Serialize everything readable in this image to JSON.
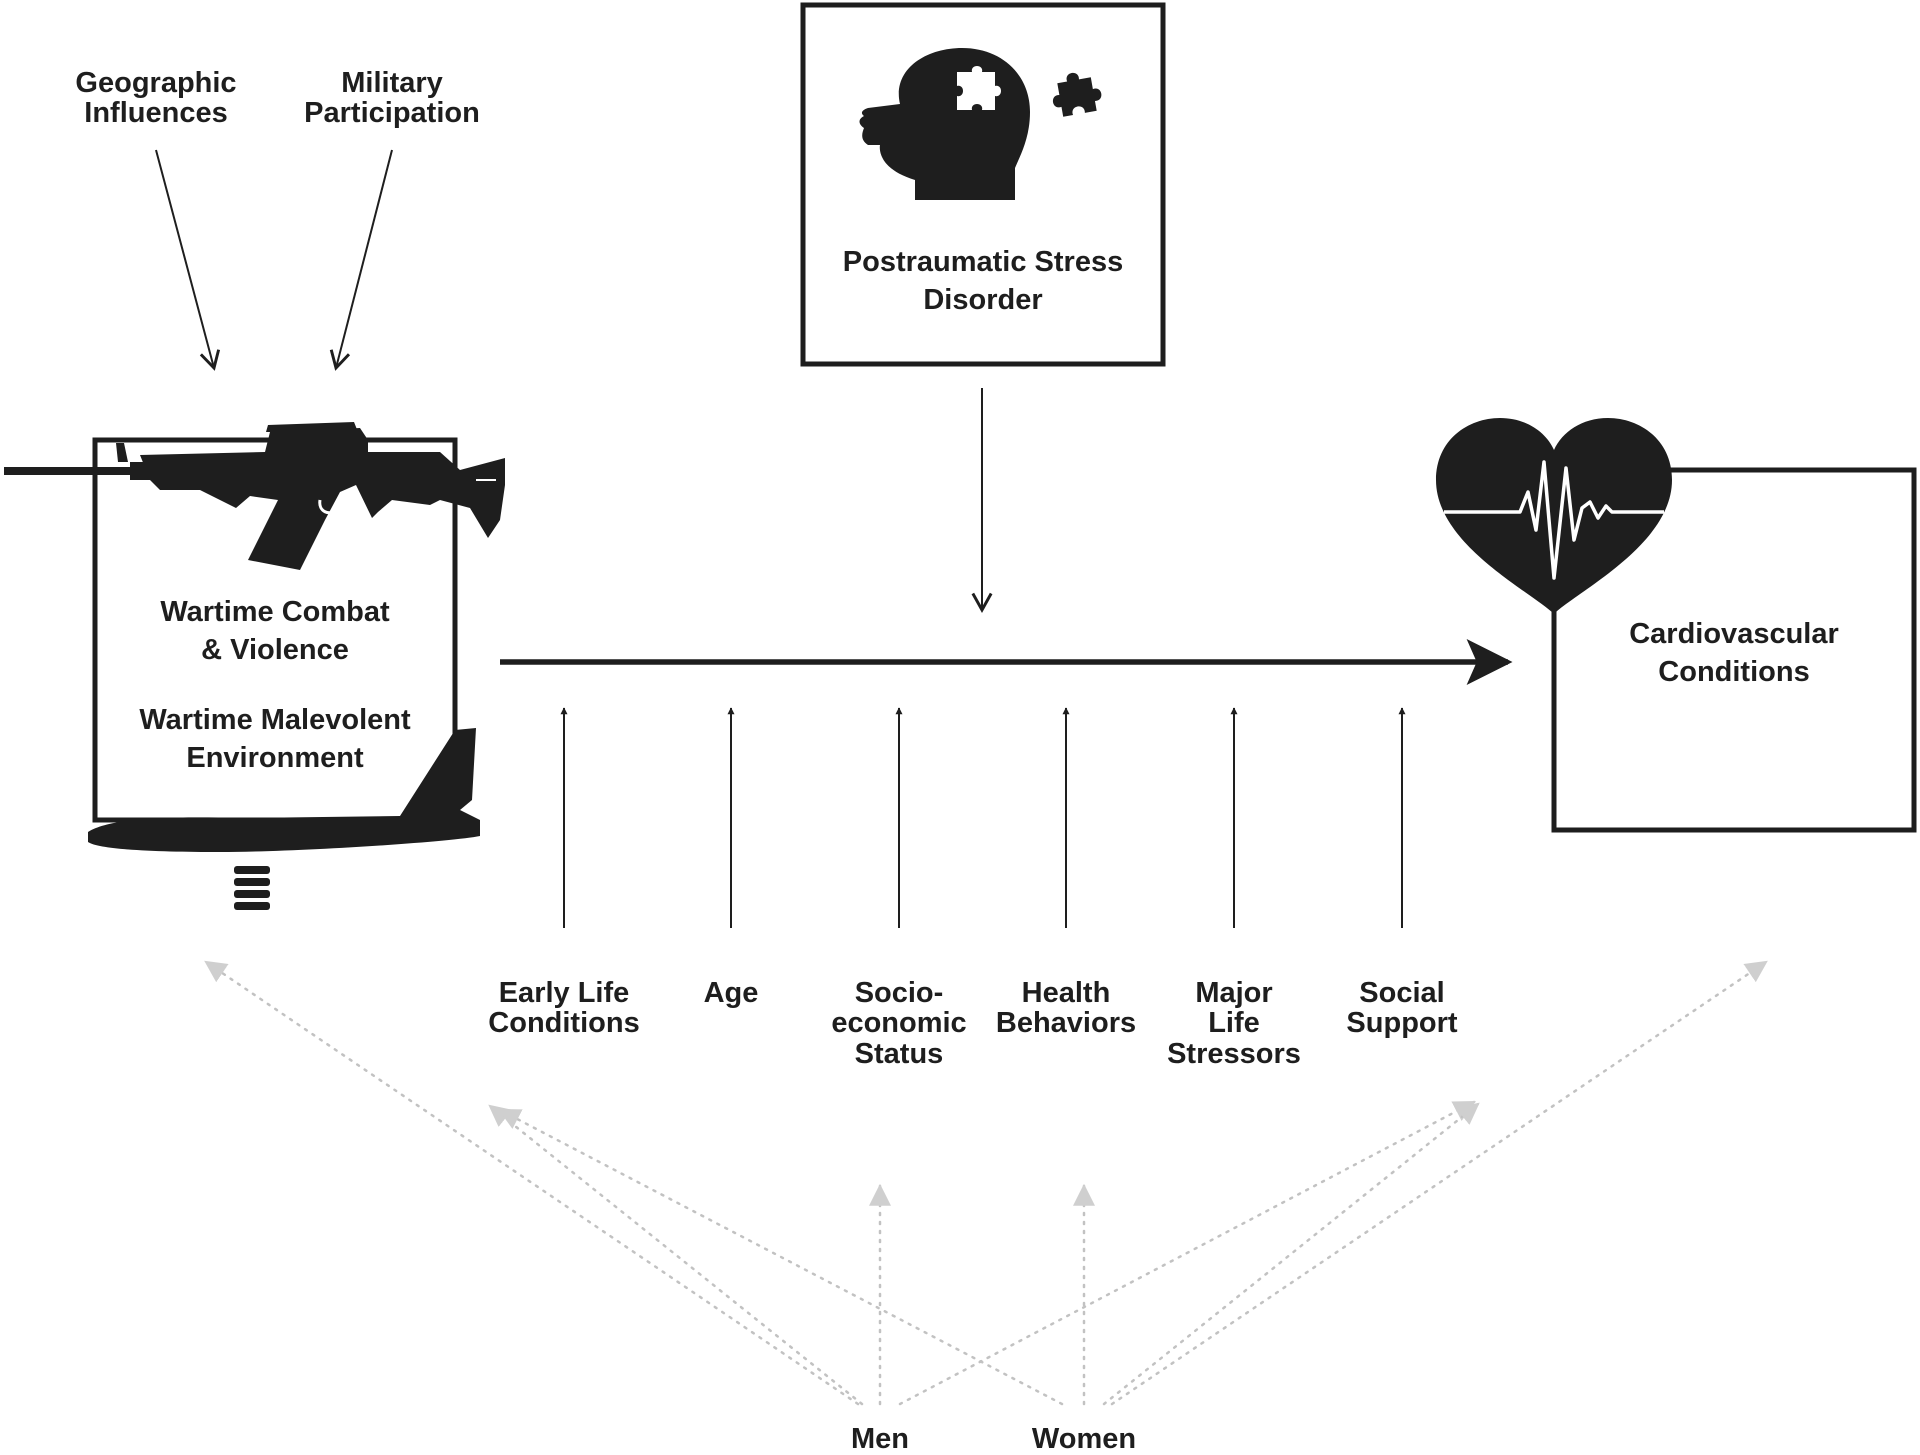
{
  "nodes": {
    "geographic": "Geographic\nInfluences",
    "military": "Military\nParticipation",
    "ptsd": "Postraumatic Stress\nDisorder",
    "combat": "Wartime Combat\n& Violence",
    "malevolent": "Wartime Malevolent\nEnvironment",
    "cardio": "Cardiovascular\nConditions"
  },
  "moderators": [
    "Early Life\nConditions",
    "Age",
    "Socio-\neconomic\nStatus",
    "Health\nBehaviors",
    "Major\nLife\nStressors",
    "Social\nSupport"
  ],
  "sex_groups": [
    "Men",
    "Women"
  ],
  "icons": [
    "rifle-icon",
    "airplane-icon",
    "head-puzzle-icon",
    "puzzle-piece-icon",
    "heart-ecg-icon"
  ],
  "colors": {
    "ink": "#1e1e1e",
    "dotted": "#bdbdbd"
  }
}
